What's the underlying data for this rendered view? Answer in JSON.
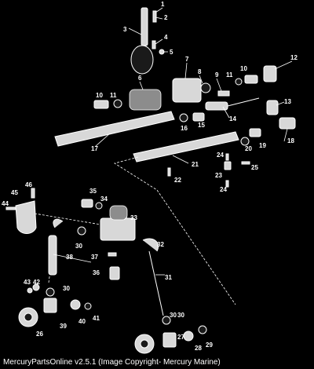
{
  "callouts": [
    "1",
    "2",
    "3",
    "4",
    "5",
    "6",
    "7",
    "8",
    "9",
    "10",
    "10",
    "11",
    "11",
    "12",
    "13",
    "14",
    "15",
    "16",
    "17",
    "18",
    "19",
    "20",
    "21",
    "22",
    "23",
    "24",
    "24",
    "25",
    "26",
    "27",
    "28",
    "29",
    "30",
    "30",
    "30",
    "30",
    "31",
    "32",
    "33",
    "34",
    "35",
    "36",
    "37",
    "38",
    "39",
    "40",
    "41",
    "42",
    "43",
    "44",
    "45",
    "46"
  ],
  "footer": {
    "text": "MercuryPartsOnline v2.5.1 (Image Copyright- Mercury Marine)"
  }
}
